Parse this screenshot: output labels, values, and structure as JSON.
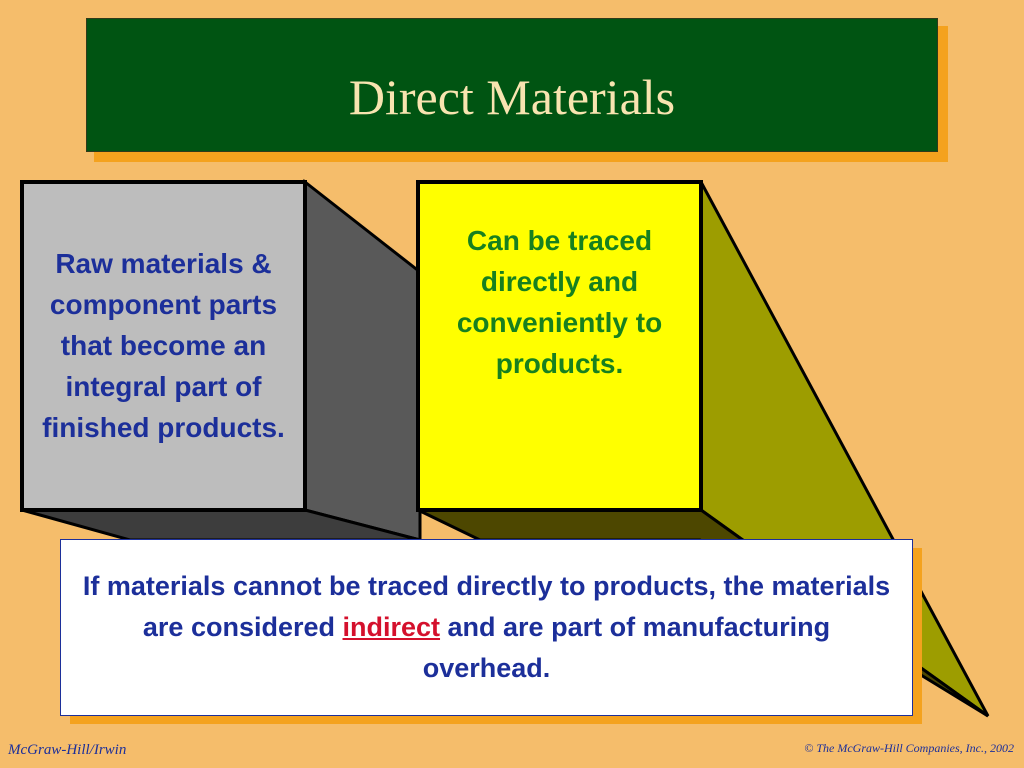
{
  "slide": {
    "title": "Direct Materials"
  },
  "gray_box": {
    "text": "Raw materials & component parts that become an integral part of finished products."
  },
  "yellow_box": {
    "text": "Can be traced directly and conveniently to products."
  },
  "note": {
    "part1": "If materials cannot be traced directly to products, the materials are considered ",
    "highlight": "indirect",
    "part2": " and are part of manufacturing overhead."
  },
  "footer": {
    "left": "McGraw-Hill/Irwin",
    "right": "© The McGraw-Hill Companies, Inc., 2002"
  },
  "colors": {
    "background": "#f5bd6b",
    "title_fill": "#005412",
    "title_text": "#f8e4b0",
    "accent_shadow": "#f4a21e",
    "gray_face": "#bdbdbd",
    "yellow_face": "#ffff00",
    "body_text_blue": "#1c2f9a",
    "green_text": "#17801f",
    "highlight_red": "#d4102c"
  }
}
